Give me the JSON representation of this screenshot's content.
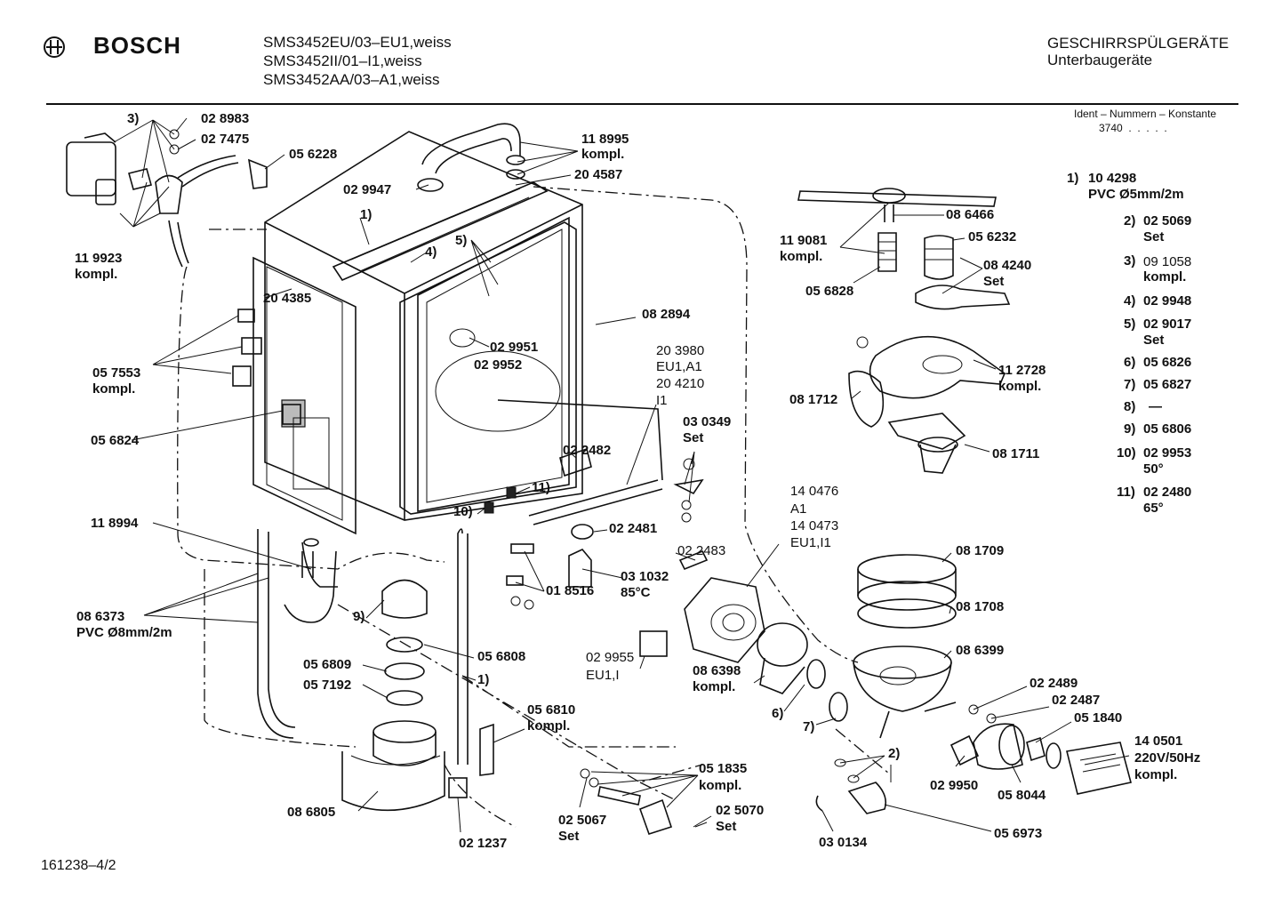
{
  "header": {
    "brand": "BOSCH",
    "models": [
      "SMS3452EU/03–EU1,weiss",
      "SMS3452II/01–I1,weiss",
      "SMS3452AA/03–A1,weiss"
    ],
    "category": "GESCHIRRSPÜLGERÄTE",
    "subcategory": "Unterbaugeräte",
    "ident_label": "Ident – Nummern – Konstante",
    "ident_value": "3740  .  .  .  .  ."
  },
  "footer": {
    "drawing_number": "161238–4/2"
  },
  "legend": [
    {
      "key": "1)",
      "value": "10 4298",
      "note": "PVC Ø5mm/2m"
    },
    {
      "key": "2)",
      "value": "02 5069",
      "note": "Set"
    },
    {
      "key": "3)",
      "value": "09 1058",
      "note": "kompl."
    },
    {
      "key": "4)",
      "value": "02 9948",
      "note": ""
    },
    {
      "key": "5)",
      "value": "02 9017",
      "note": "Set"
    },
    {
      "key": "6)",
      "value": "05 6826",
      "note": ""
    },
    {
      "key": "7)",
      "value": "05 6827",
      "note": ""
    },
    {
      "key": "8)",
      "value": "—",
      "note": ""
    },
    {
      "key": "9)",
      "value": "05 6806",
      "note": ""
    },
    {
      "key": "10)",
      "value": "02 9953",
      "note": "50°"
    },
    {
      "key": "11)",
      "value": "02 2480",
      "note": "65°"
    }
  ],
  "labels": {
    "l1": "3)",
    "l2": "02 8983",
    "l3": "02 7475",
    "l4": "05 6228",
    "l5": "11 8995",
    "l5b": "kompl.",
    "l6": "02 9947",
    "l7": "20 4587",
    "l8": "1)",
    "l9": "4)",
    "l10": "5)",
    "l11": "11 9923",
    "l11b": "kompl.",
    "l12": "20 4385",
    "l13": "08 2894",
    "l14": "02 9951",
    "l15": "02 9952",
    "l16": "05 7553",
    "l16b": "kompl.",
    "l17": "20 3980",
    "l17b": "EU1,A1",
    "l17c": "20 4210",
    "l17d": "I1",
    "l18": "03 0349",
    "l18b": "Set",
    "l19": "05 6824",
    "l20": "02 2482",
    "l21": "11)",
    "l22": "10)",
    "l23": "11 8994",
    "l24": "02 2481",
    "l25": "02 2483",
    "l26": "03 1032",
    "l26b": "85°C",
    "l27": "01 8516",
    "l28": "08 6373",
    "l28b": "PVC Ø8mm/2m",
    "l29": "9)",
    "l30": "05 6808",
    "l31": "05 6809",
    "l32": "05 7192",
    "l33": "1)",
    "l34": "02 9955",
    "l34b": "EU1,I",
    "l35": "08 6398",
    "l35b": "kompl.",
    "l36": "6)",
    "l37": "7)",
    "l38": "05 6810",
    "l38b": "kompl.",
    "l39": "08 6805",
    "l40": "02 1237",
    "l41": "05 1835",
    "l41b": "kompl.",
    "l42": "02 5067",
    "l42b": "Set",
    "l43": "02 5070",
    "l43b": "Set",
    "l44": "11 9081",
    "l44b": "kompl.",
    "l45": "08 6466",
    "l46": "05 6232",
    "l47": "08 4240",
    "l47b": "Set",
    "l48": "05 6828",
    "l49": "11 2728",
    "l49b": "kompl.",
    "l50": "08 1712",
    "l51": "08 1711",
    "l52": "14 0476",
    "l52b": "A1",
    "l52c": "14 0473",
    "l52d": "EU1,I1",
    "l53": "08 1709",
    "l54": "08 1708",
    "l55": "08 6399",
    "l56": "02 2489",
    "l57": "02 2487",
    "l58": "05 1840",
    "l59": "14 0501",
    "l59b": "220V/50Hz",
    "l59c": "kompl.",
    "l60": "2)",
    "l61": "02 9950",
    "l62": "05 8044",
    "l63": "03 0134",
    "l64": "05 6973"
  }
}
